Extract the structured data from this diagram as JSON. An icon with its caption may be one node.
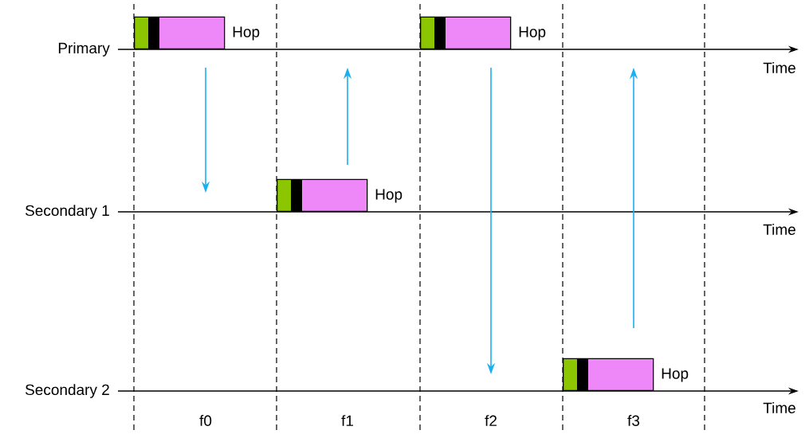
{
  "diagram": {
    "nodes": [
      {
        "text": [],
        "shape": "box",
        "beside": [
          "Hop"
        ]
      },
      {
        "text": [],
        "shape": "box",
        "beside": [
          "Hop"
        ]
      },
      {
        "text": [],
        "shape": "box",
        "beside": [
          "Hop"
        ]
      },
      {
        "text": [],
        "shape": "box",
        "beside": [
          "Hop"
        ]
      }
    ],
    "labels": [
      "Primary",
      "Secondary 1",
      "Secondary 2",
      "Time",
      "Time",
      "Time",
      "f0",
      "f1",
      "f2",
      "f3"
    ]
  }
}
